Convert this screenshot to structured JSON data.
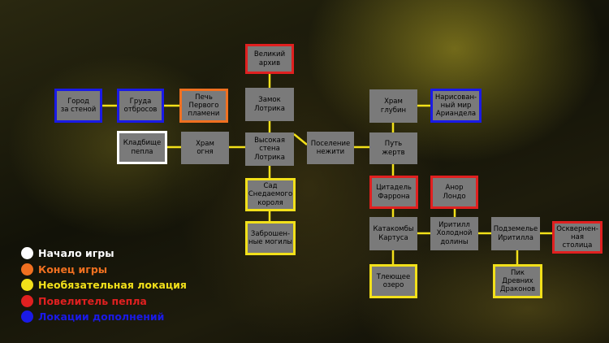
{
  "colors": {
    "node_fill": "#7a7a7a",
    "connector": "#f2e01a",
    "start": "#ffffff",
    "end": "#f07020",
    "optional": "#f2e01a",
    "lord": "#e02020",
    "dlc": "#1a1ae6"
  },
  "nodes": {
    "great_archives": "Великий\nархив",
    "city_wall": "Город\nза стеной",
    "refuse_pile": "Груда\nотбросов",
    "kiln": "Печь\nПервого\nпламени",
    "lothric_castle": "Замок\nЛотрика",
    "cathedral_deep": "Храм\nглубин",
    "painted_world": "Нарисован-\nный мир\nАриандела",
    "cemetery_ash": "Кладбище\nпепла",
    "firelink": "Храм\nогня",
    "high_wall": "Высокая\nстена\nЛотрика",
    "undead_settlement": "Поселение\nнежити",
    "road_sacrifices": "Путь\nжертв",
    "consumed_garden": "Сад\nСнедаемого\nкороля",
    "farron_keep": "Цитадель\nФаррона",
    "anor_londo": "Анор\nЛондо",
    "untended_graves": "Заброшен-\nные могилы",
    "catacombs": "Катакомбы\nКартуса",
    "irithyll": "Иритилл\nХолодной\nдолины",
    "dungeon": "Подземелье\nИритилла",
    "profaned_capital": "Осквернен-\nная столица",
    "smouldering_lake": "Тлеющее\nозеро",
    "archdragon_peak": "Пик\nДревних\nДраконов"
  },
  "legend": [
    {
      "label": "Начало игры",
      "color": "#ffffff"
    },
    {
      "label": "Конец игры",
      "color": "#f07020"
    },
    {
      "label": "Необязательная локация",
      "color": "#f2e01a"
    },
    {
      "label": "Повелитель пепла",
      "color": "#e02020"
    },
    {
      "label": "Локации дополнений",
      "color": "#1a1ae6"
    }
  ]
}
